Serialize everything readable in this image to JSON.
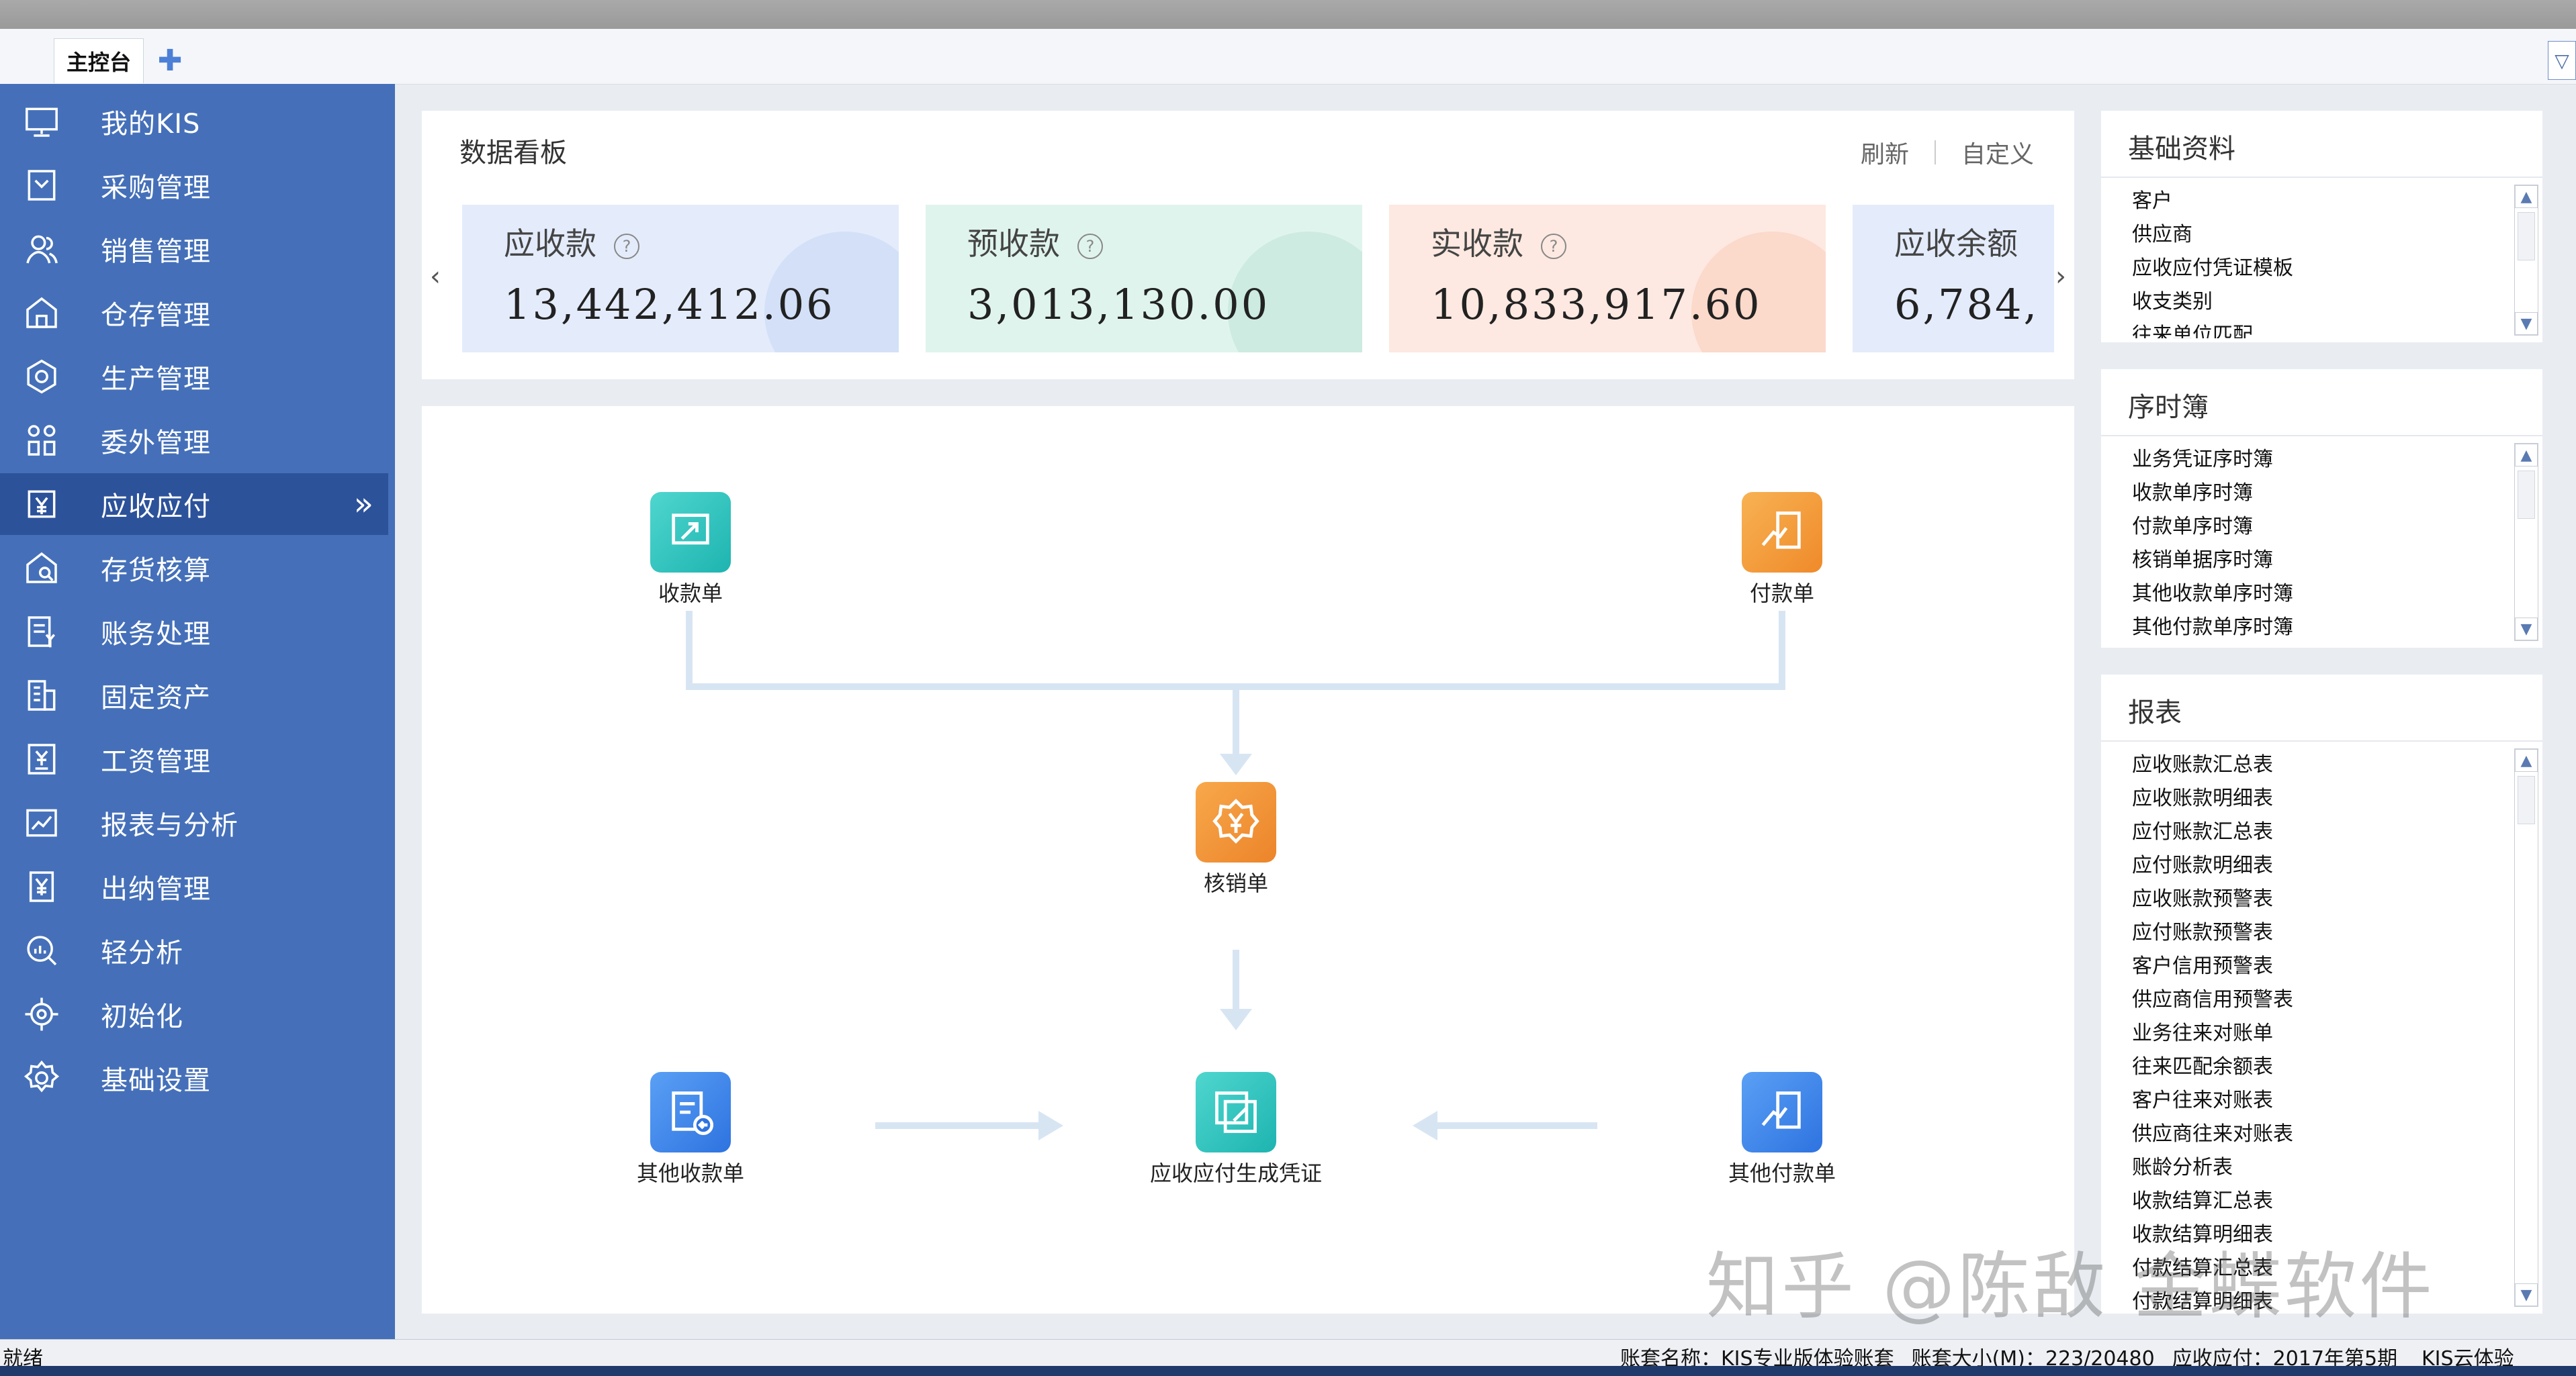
{
  "tabs": {
    "main_tab": "主控台",
    "add_glyph": "✚",
    "menu_glyph": "▽"
  },
  "sidebar": {
    "items": [
      {
        "label": "我的KIS",
        "icon": "monitor-icon"
      },
      {
        "label": "采购管理",
        "icon": "purchase-icon"
      },
      {
        "label": "销售管理",
        "icon": "users-icon"
      },
      {
        "label": "仓存管理",
        "icon": "warehouse-icon"
      },
      {
        "label": "生产管理",
        "icon": "production-icon"
      },
      {
        "label": "委外管理",
        "icon": "outsource-icon"
      },
      {
        "label": "应收应付",
        "icon": "yen-doc-icon",
        "active": true,
        "arrow": "»"
      },
      {
        "label": "存货核算",
        "icon": "inventory-icon"
      },
      {
        "label": "账务处理",
        "icon": "ledger-icon"
      },
      {
        "label": "固定资产",
        "icon": "building-icon"
      },
      {
        "label": "工资管理",
        "icon": "salary-icon"
      },
      {
        "label": "报表与分析",
        "icon": "chart-icon"
      },
      {
        "label": "出纳管理",
        "icon": "cashier-icon"
      },
      {
        "label": "轻分析",
        "icon": "analysis-icon"
      },
      {
        "label": "初始化",
        "icon": "target-icon"
      },
      {
        "label": "基础设置",
        "icon": "gear-icon"
      }
    ]
  },
  "dashboard": {
    "title": "数据看板",
    "refresh": "刷新",
    "customize": "自定义",
    "prev": "‹",
    "next": "›",
    "kpis": [
      {
        "label": "应收款",
        "value": "13,442,412.06",
        "help": "?"
      },
      {
        "label": "预收款",
        "value": "3,013,130.00",
        "help": "?"
      },
      {
        "label": "实收款",
        "value": "10,833,917.60",
        "help": "?"
      },
      {
        "label": "应收余额",
        "value": "6,784,",
        "help": ""
      }
    ]
  },
  "flow": {
    "receipt": "收款单",
    "payment": "付款单",
    "writeoff": "核销单",
    "other_receipt": "其他收款单",
    "voucher": "应收应付生成凭证",
    "other_payment": "其他付款单"
  },
  "panels": {
    "basic": {
      "title": "基础资料",
      "items": [
        "客户",
        "供应商",
        "应收应付凭证模板",
        "收支类别",
        "往来单位匹配"
      ]
    },
    "sequence": {
      "title": "序时簿",
      "items": [
        "业务凭证序时簿",
        "收款单序时簿",
        "付款单序时簿",
        "核销单据序时簿",
        "其他收款单序时簿",
        "其他付款单序时簿"
      ]
    },
    "reports": {
      "title": "报表",
      "items": [
        "应收账款汇总表",
        "应收账款明细表",
        "应付账款汇总表",
        "应付账款明细表",
        "应收账款预警表",
        "应付账款预警表",
        "客户信用预警表",
        "供应商信用预警表",
        "业务往来对账单",
        "往来匹配余额表",
        "客户往来对账表",
        "供应商往来对账表",
        "账龄分析表",
        "收款结算汇总表",
        "收款结算明细表",
        "付款结算汇总表",
        "付款结算明细表"
      ]
    }
  },
  "status": {
    "left": "就绪",
    "account_name": "账套名称：KIS专业版体验账套",
    "account_size": "账套大小(M)：223/20480",
    "period": "应收应付：2017年第5期",
    "cloud": "KIS云体验"
  },
  "watermark": "知乎 @陈敌 金蝶软件",
  "colors": {
    "sidebar": "#4570b9",
    "sidebar_active": "#2c529a",
    "teal": "#2ec3bf",
    "orange": "#f39a3a",
    "blue": "#3e86ea"
  }
}
